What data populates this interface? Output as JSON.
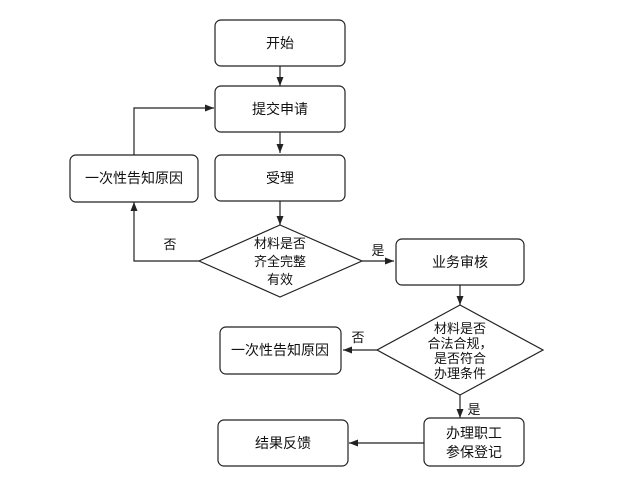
{
  "diagram": {
    "nodes": {
      "start": {
        "label": "开始",
        "shape": "rounded-rect"
      },
      "submit": {
        "label": "提交申请",
        "shape": "rounded-rect"
      },
      "accept": {
        "label": "受理",
        "shape": "rounded-rect"
      },
      "notify1": {
        "label": "一次性告知原因",
        "shape": "rounded-rect"
      },
      "check_materials": {
        "lines": [
          "材料是否",
          "齐全完整",
          "有效"
        ],
        "shape": "diamond"
      },
      "review": {
        "label": "业务审核",
        "shape": "rounded-rect"
      },
      "check_rules": {
        "lines": [
          "材料是否",
          "合法合规，",
          "是否符合",
          "办理条件"
        ],
        "shape": "diamond"
      },
      "notify2": {
        "label": "一次性告知原因",
        "shape": "rounded-rect"
      },
      "process": {
        "lines": [
          "办理职工",
          "参保登记"
        ],
        "shape": "rounded-rect"
      },
      "feedback": {
        "label": "结果反馈",
        "shape": "rounded-rect"
      }
    },
    "edge_labels": {
      "no_1": "否",
      "yes_1": "是",
      "no_2": "否",
      "yes_2": "是"
    }
  }
}
